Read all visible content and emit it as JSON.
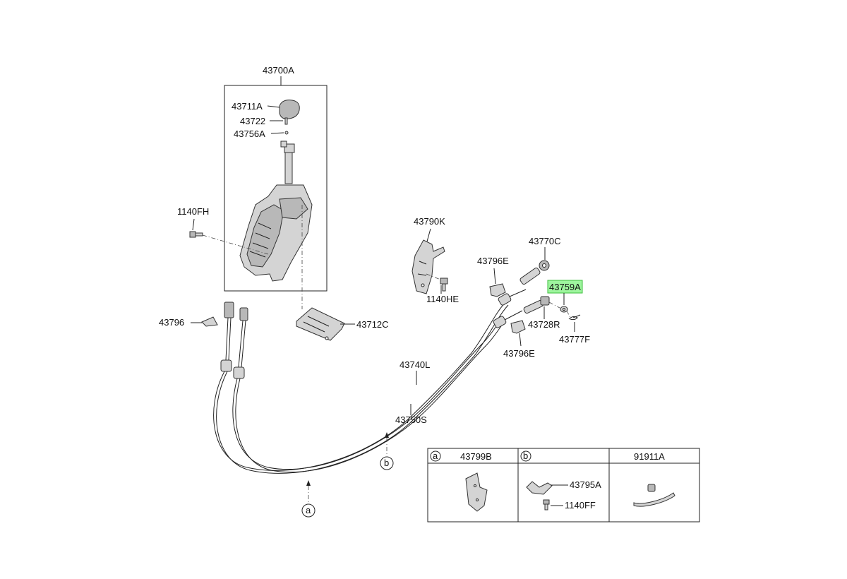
{
  "parts": {
    "p43700A": "43700A",
    "p43711A": "43711A",
    "p43722": "43722",
    "p43756A": "43756A",
    "p1140FH": "1140FH",
    "p43790K": "43790K",
    "p1140HE": "1140HE",
    "p43796E_top": "43796E",
    "p43770C": "43770C",
    "p43759A": "43759A",
    "p43728R": "43728R",
    "p43777F": "43777F",
    "p43796E_bottom": "43796E",
    "p43796": "43796",
    "p43712C": "43712C",
    "p43740L": "43740L",
    "p43750S": "43750S"
  },
  "markers": {
    "a": "a",
    "b": "b"
  },
  "table": {
    "col1_marker": "a",
    "col1_part": "43799B",
    "col2_marker": "b",
    "col2_part_a": "43795A",
    "col2_part_b": "1140FF",
    "col3_part": "91911A"
  },
  "highlight_color": "#9ef59e"
}
